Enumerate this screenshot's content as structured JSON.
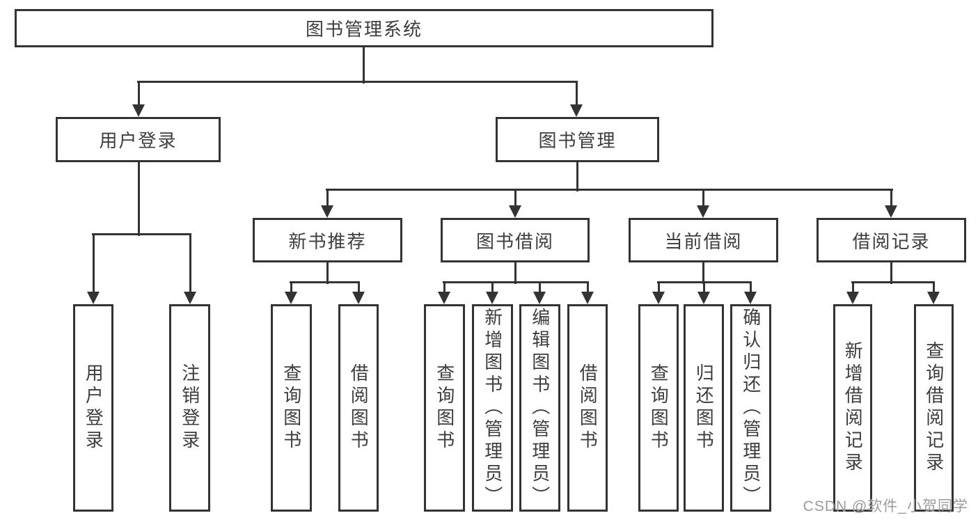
{
  "tree": {
    "root": {
      "label": "图书管理系统"
    },
    "user_login": {
      "label": "用户登录",
      "children": [
        {
          "label": "用户登录"
        },
        {
          "label": "注销登录"
        }
      ]
    },
    "book_management": {
      "label": "图书管理",
      "sections": [
        {
          "label": "新书推荐",
          "children": [
            {
              "label": "查询图书"
            },
            {
              "label": "借阅图书"
            }
          ]
        },
        {
          "label": "图书借阅",
          "children": [
            {
              "label": "查询图书"
            },
            {
              "label": "新增图书（管理员）"
            },
            {
              "label": "编辑图书（管理员）"
            },
            {
              "label": "借阅图书"
            }
          ]
        },
        {
          "label": "当前借阅",
          "children": [
            {
              "label": "查询图书"
            },
            {
              "label": "归还图书"
            },
            {
              "label": "确认归还（管理员）"
            }
          ]
        },
        {
          "label": "借阅记录",
          "children": [
            {
              "label": "新增借阅记录"
            },
            {
              "label": "查询借阅记录"
            }
          ]
        }
      ]
    }
  },
  "watermark": {
    "text": "CSDN @软件_小贺同学"
  },
  "colors": {
    "line": "#333333",
    "box_border": "#333333",
    "text": "#3d3d3d",
    "background": "#ffffff",
    "watermark": "#919191"
  }
}
